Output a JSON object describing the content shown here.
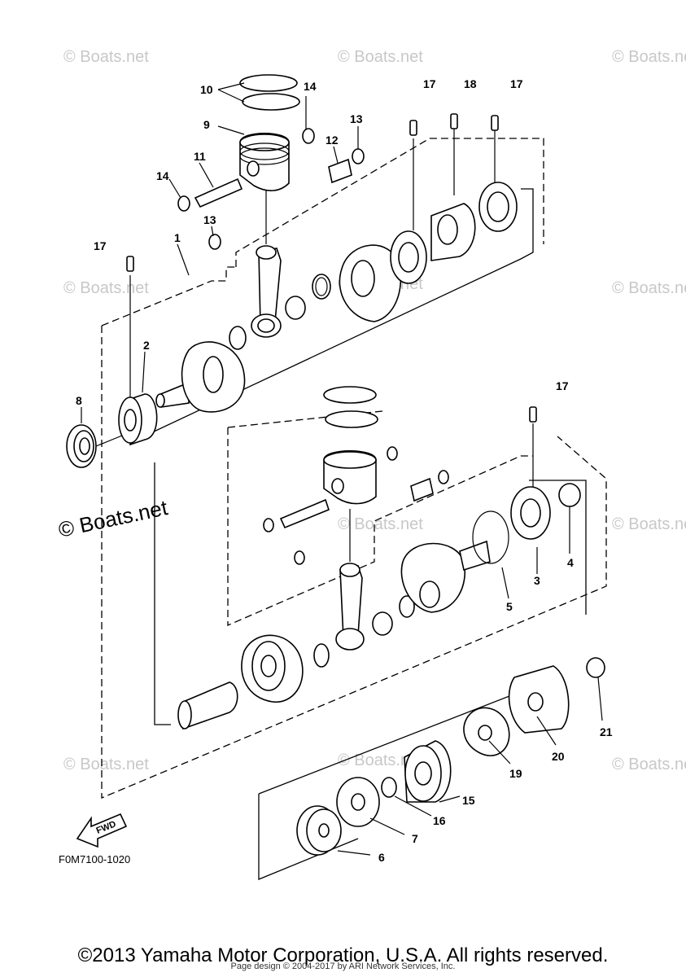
{
  "diagram": {
    "figure_id": "F0M7100-1020",
    "fwd_label": "FWD",
    "callouts": [
      {
        "id": "c1",
        "label": "1"
      },
      {
        "id": "c2",
        "label": "2"
      },
      {
        "id": "c3",
        "label": "3"
      },
      {
        "id": "c4",
        "label": "4"
      },
      {
        "id": "c5",
        "label": "5"
      },
      {
        "id": "c6",
        "label": "6"
      },
      {
        "id": "c7",
        "label": "7"
      },
      {
        "id": "c8",
        "label": "8"
      },
      {
        "id": "c9",
        "label": "9"
      },
      {
        "id": "c10",
        "label": "10"
      },
      {
        "id": "c11",
        "label": "11"
      },
      {
        "id": "c12",
        "label": "12"
      },
      {
        "id": "c13a",
        "label": "13"
      },
      {
        "id": "c13b",
        "label": "13"
      },
      {
        "id": "c14a",
        "label": "14"
      },
      {
        "id": "c14b",
        "label": "14"
      },
      {
        "id": "c15",
        "label": "15"
      },
      {
        "id": "c16",
        "label": "16"
      },
      {
        "id": "c17a",
        "label": "17"
      },
      {
        "id": "c17b",
        "label": "17"
      },
      {
        "id": "c17c",
        "label": "17"
      },
      {
        "id": "c17d",
        "label": "17"
      },
      {
        "id": "c18",
        "label": "18"
      },
      {
        "id": "c19",
        "label": "19"
      },
      {
        "id": "c20",
        "label": "20"
      },
      {
        "id": "c21",
        "label": "21"
      }
    ]
  },
  "watermarks": {
    "small": "© Boats.net",
    "large": "© Boats.net"
  },
  "footer": {
    "copyright": "©2013 Yamaha Motor Corporation, U.S.A. All rights reserved.",
    "page_design": "Page design © 2004-2017 by ARI Network Services, Inc."
  }
}
